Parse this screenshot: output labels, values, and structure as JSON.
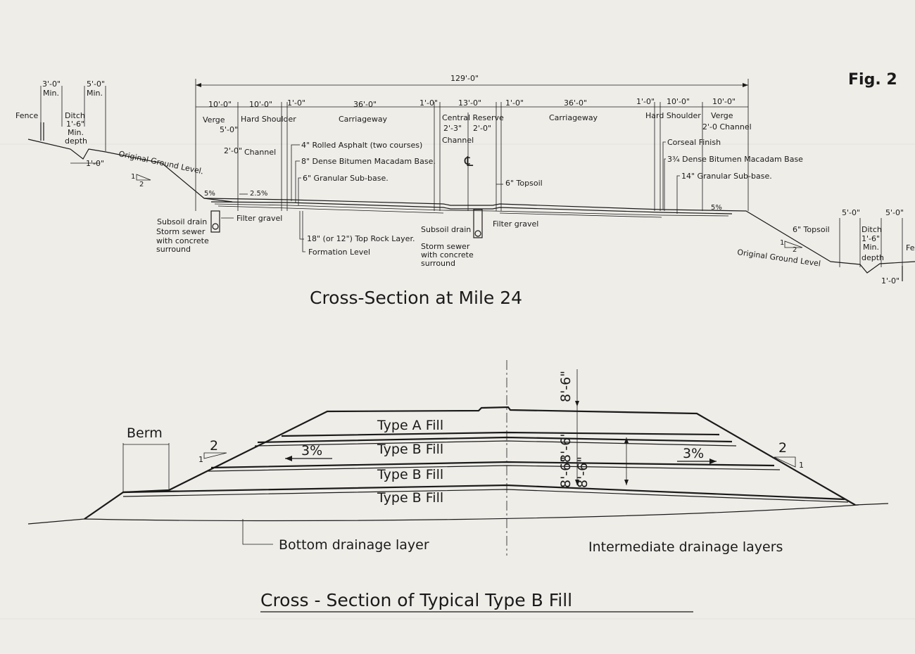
{
  "figure_label": "Fig. 2",
  "section1": {
    "title": "Cross-Section at Mile 24",
    "overall_width": "129'-0\"",
    "left_dims": {
      "ditch_min_a": "3'-0\"",
      "min_a": "Min.",
      "ditch_min_b": "5'-0\"",
      "min_b": "Min."
    },
    "top_dims": [
      "10'-0\"",
      "10'-0\"",
      "1'-0\"",
      "36'-0\"",
      "1'-0\"",
      "13'-0\"",
      "1'-0\"",
      "36'-0\"",
      "1'-0\"",
      "10'-0\"",
      "10'-0\""
    ],
    "top_labels": [
      "Verge",
      "Hard Shoulder",
      "Carriageway",
      "Central Reserve",
      "Carriageway",
      "Hard Shoulder",
      "Verge"
    ],
    "sub_dims": {
      "verge_5": "5'-0\"",
      "channel_2": "2'-0\"",
      "cr_left": "2'-3\"",
      "cr_right": "2'-0\"",
      "right_channel": "2'-0 Channel"
    },
    "left_labels": {
      "fence": "Fence",
      "ditch": "Ditch",
      "ditch_depth": "1'-6\"",
      "min": "Min.",
      "depth": "depth",
      "ditch_bottom": "1'-0\"",
      "original_ground": "Original Ground Level.",
      "slope_1": "1",
      "slope_2": "2",
      "pct5": "5%",
      "pct25": "2.5%",
      "subsoil": "Subsoil drain",
      "storm": "Storm sewer",
      "with_concrete": "with concrete",
      "surround": "surround",
      "filter_gravel": "Filter gravel"
    },
    "layer_labels": {
      "asphalt": "4\" Rolled Asphalt (two courses)",
      "dbm": "8\" Dense Bitumen Macadam Base.",
      "granular": "6\" Granular Sub-base.",
      "channel": "Channel",
      "top_rock": "18\" (or 12\") Top Rock Layer.",
      "formation": "Formation Level",
      "centre": "℄",
      "topsoil_c": "6\" Topsoil",
      "cr_channel": "Channel"
    },
    "centre_labels": {
      "subsoil": "Subsoil drain",
      "storm": "Storm sewer",
      "with_concrete": "with concrete",
      "surround": "surround",
      "filter_gravel": "Filter gravel"
    },
    "right_labels": {
      "corseal": "Corseal Finish",
      "dbm": "3¾ Dense Bitumen Macadam Base",
      "granular": "14\" Granular Sub-base.",
      "pct5": "5%",
      "topsoil": "6\" Topsoil",
      "original_ground": "Original Ground Level",
      "slope_1": "1",
      "slope_2": "2",
      "dim5a": "5'-0\"",
      "dim5b": "5'-0\"",
      "ditch": "Ditch",
      "ditch_depth": "1'-6\"",
      "min": "Min.",
      "depth": "depth",
      "ditch_bottom": "1'-0\"",
      "fence": "Fe"
    }
  },
  "section2": {
    "title": "Cross - Section of Typical Type B Fill",
    "fills": [
      "Type A Fill",
      "Type B Fill",
      "Type B Fill",
      "Type B Fill"
    ],
    "berm": "Berm",
    "slope_left": {
      "one": "1",
      "two": "2"
    },
    "slope_right": {
      "one": "1",
      "two": "2"
    },
    "grade_left": "3%",
    "grade_right": "3%",
    "dims": [
      "8'-6\"",
      "8'-6\"",
      "8'-6\"",
      "8'-6\""
    ],
    "bottom_drainage": "Bottom drainage layer",
    "intermediate_drainage": "Intermediate drainage layers"
  }
}
